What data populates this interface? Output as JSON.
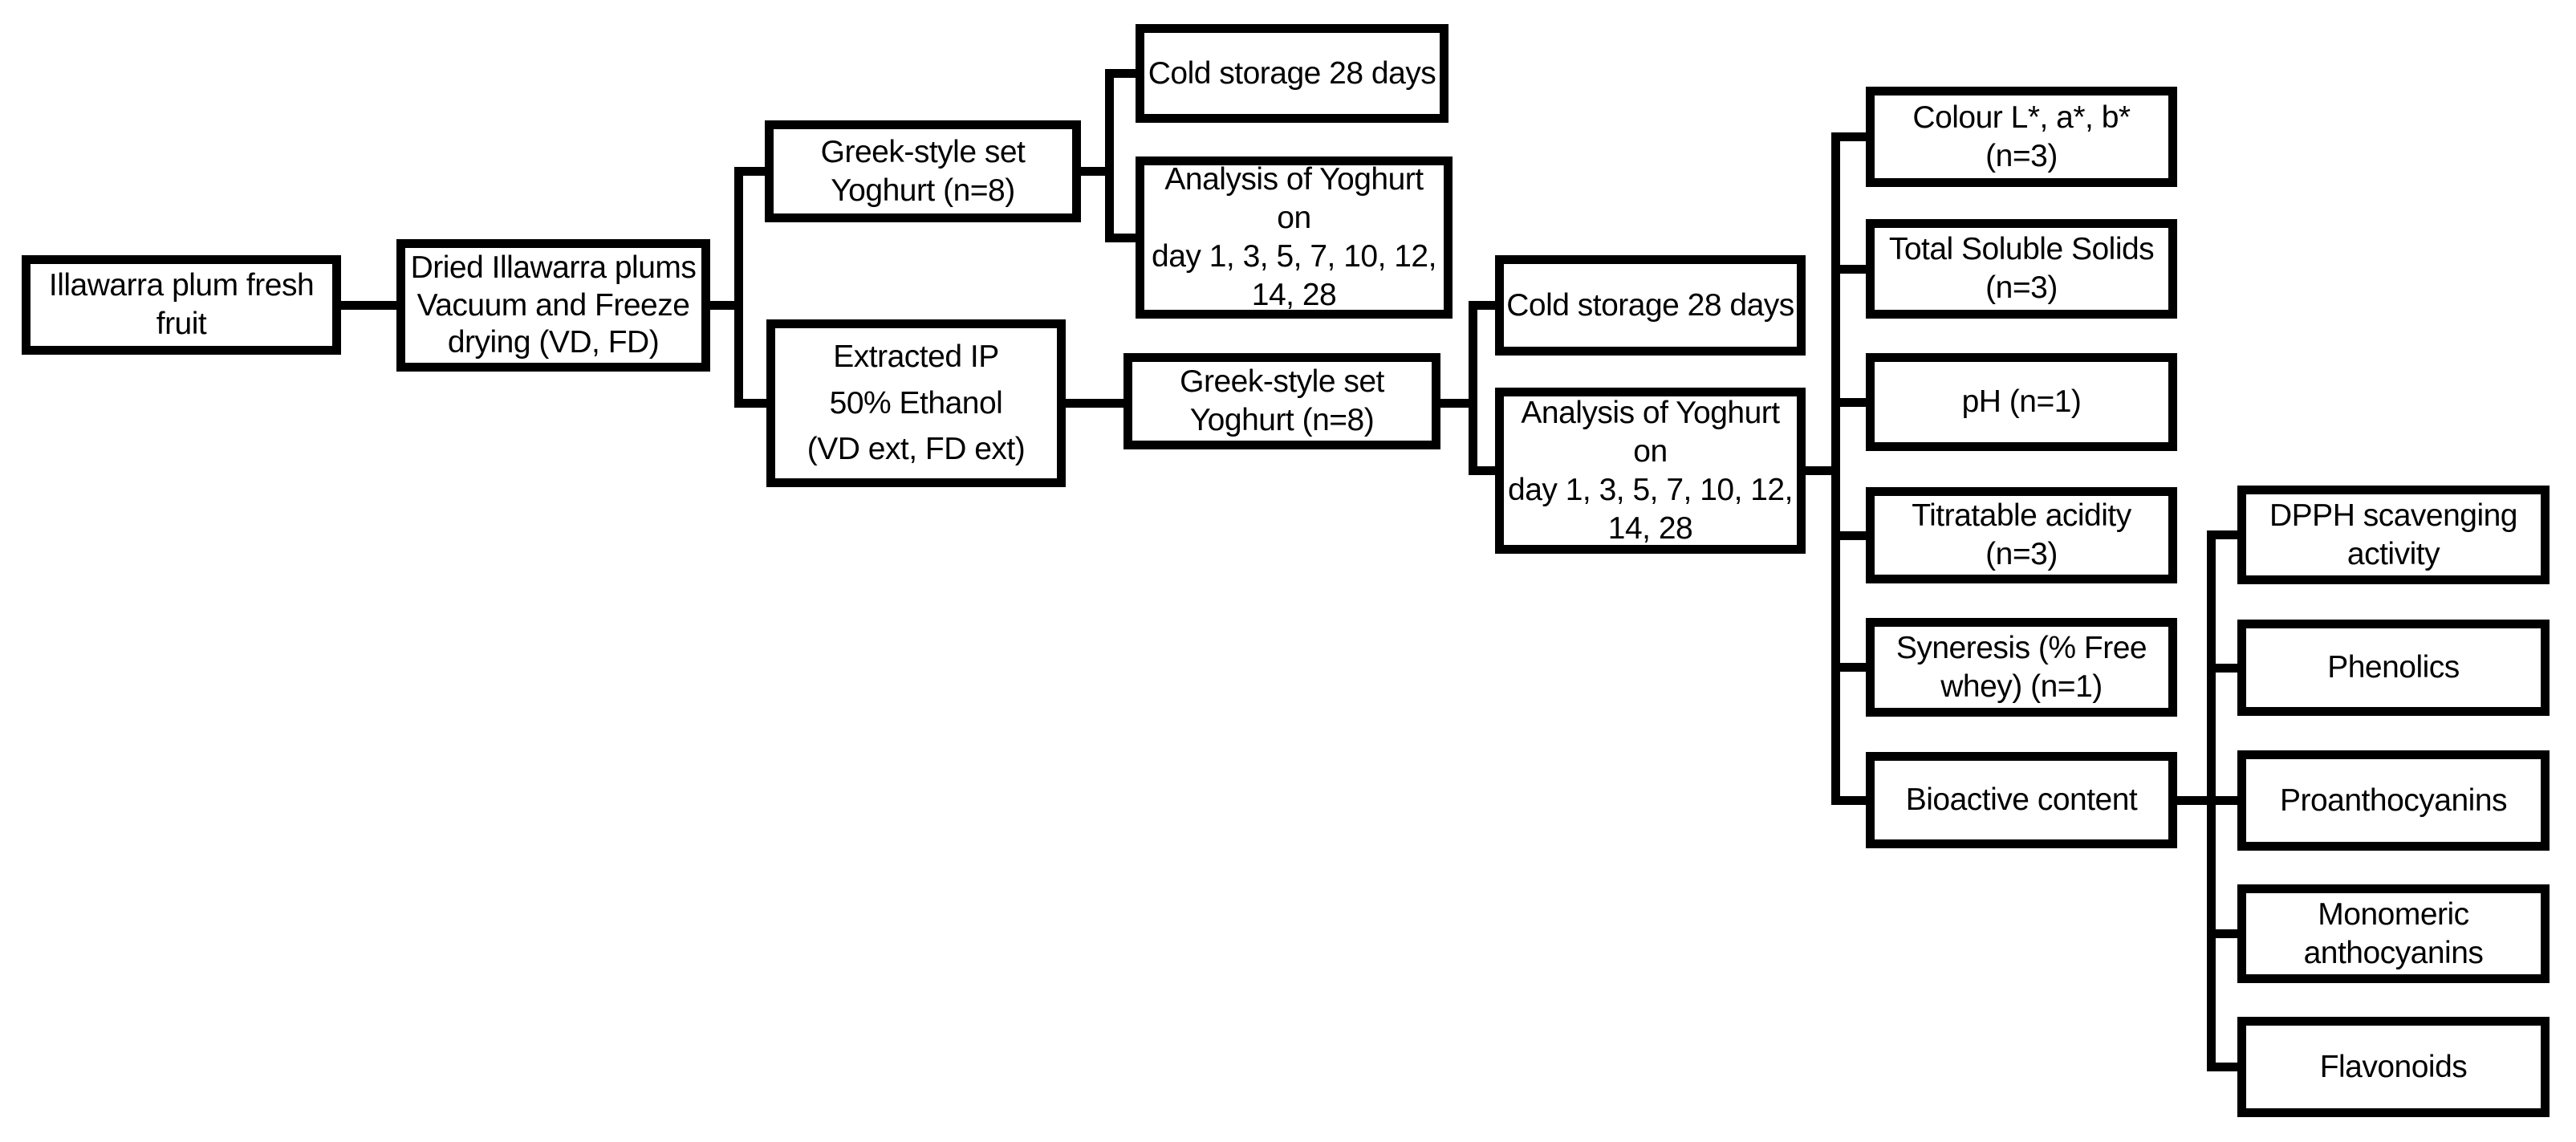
{
  "diagram": {
    "title": "Illawarra plum yoghurt experimental design flowchart",
    "colors": {
      "line": "#000000",
      "text": "#000000",
      "box_background": "#ffffff",
      "page_background": "#ffffff"
    },
    "nodes": {
      "fresh_fruit": {
        "lines": [
          "Illawarra plum fresh",
          "fruit"
        ]
      },
      "dried_plums": {
        "lines": [
          "Dried Illawarra plums",
          "Vacuum and Freeze",
          "drying (VD, FD)"
        ]
      },
      "greek_yoghurt_1": {
        "lines": [
          "Greek-style set",
          "Yoghurt (n=8)"
        ]
      },
      "cold_storage_1": {
        "lines": [
          "Cold storage 28 days"
        ]
      },
      "analysis_1": {
        "lines": [
          "Analysis of Yoghurt on",
          "day 1, 3, 5, 7, 10, 12,",
          "14, 28"
        ]
      },
      "extracted_ip": {
        "lines": [
          "Extracted IP",
          "50% Ethanol",
          "(VD ext, FD ext)"
        ]
      },
      "greek_yoghurt_2": {
        "lines": [
          "Greek-style set",
          "Yoghurt (n=8)"
        ]
      },
      "cold_storage_2": {
        "lines": [
          "Cold storage 28 days"
        ]
      },
      "analysis_2": {
        "lines": [
          "Analysis of Yoghurt on",
          "day 1, 3, 5, 7, 10, 12,",
          "14, 28"
        ]
      },
      "colour": {
        "lines": [
          "Colour L*, a*, b*",
          "(n=3)"
        ]
      },
      "total_soluble_solids": {
        "lines": [
          "Total Soluble Solids",
          "(n=3)"
        ]
      },
      "ph": {
        "lines": [
          "pH (n=1)"
        ]
      },
      "titratable_acidity": {
        "lines": [
          "Titratable acidity",
          "(n=3)"
        ]
      },
      "syneresis": {
        "lines": [
          "Syneresis (% Free",
          "whey) (n=1)"
        ]
      },
      "bioactive_content": {
        "lines": [
          "Bioactive content"
        ]
      },
      "dpph": {
        "lines": [
          "DPPH scavenging",
          "activity"
        ]
      },
      "phenolics": {
        "lines": [
          "Phenolics"
        ]
      },
      "proanthocyanins": {
        "lines": [
          "Proanthocyanins"
        ]
      },
      "monomeric_anthocyanins": {
        "lines": [
          "Monomeric",
          "anthocyanins"
        ]
      },
      "flavonoids": {
        "lines": [
          "Flavonoids"
        ]
      }
    }
  }
}
